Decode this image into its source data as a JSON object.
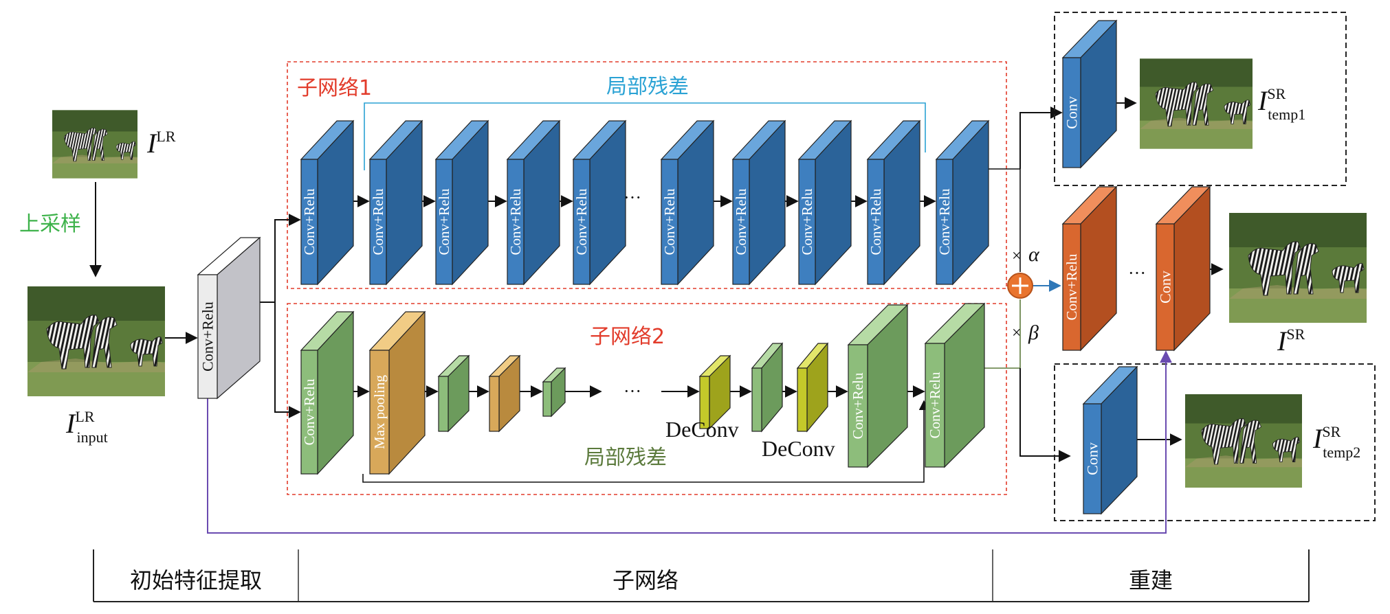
{
  "colors": {
    "blue_face": "#3e7fbf",
    "blue_top": "#6aa6dc",
    "blue_side": "#2b6399",
    "green_face": "#8dbd7b",
    "green_top": "#b6dba5",
    "green_side": "#6c9b5c",
    "yellow_face": "#d8a85a",
    "yellow_top": "#f1cc85",
    "yellow_side": "#b98a3e",
    "lime_face": "#c4c92a",
    "lime_top": "#e2e66a",
    "lime_side": "#9ea31c",
    "orange_face": "#d9672f",
    "orange_top": "#f08e5c",
    "orange_side": "#b34f20",
    "gray_face": "#ececec",
    "gray_top": "#ffffff",
    "gray_side": "#c2c2c8",
    "red_label": "#e23b2a",
    "cyan_label": "#2aa2d4",
    "green_label": "#3db24a",
    "olive_label": "#5b7a3c",
    "purple_line": "#6a4bb0"
  },
  "icons": [
    "zebra-image-thumbnail",
    "sum-icon",
    "arrow-icon"
  ],
  "labels": {
    "i_lr": "I",
    "i_lr_sup": "LR",
    "upsample": "上采样",
    "i_input": "I",
    "i_input_sup": "LR",
    "i_input_sub": "input",
    "conv_relu": "Conv+Relu",
    "subnet1": "子网络1",
    "subnet2": "子网络2",
    "local_residual": "局部残差",
    "ellipsis": "···",
    "max_pooling": "Max pooling",
    "deconv": "DeConv",
    "conv": "Conv",
    "alpha": "α",
    "beta": "β",
    "times": "×",
    "i_temp1": "I",
    "i_temp1_sup": "SR",
    "i_temp1_sub": "temp1",
    "i_sr": "I",
    "i_sr_sup": "SR",
    "i_temp2": "I",
    "i_temp2_sup": "SR",
    "i_temp2_sub": "temp2"
  },
  "stages": [
    "初始特征提取",
    "子网络",
    "重建"
  ]
}
